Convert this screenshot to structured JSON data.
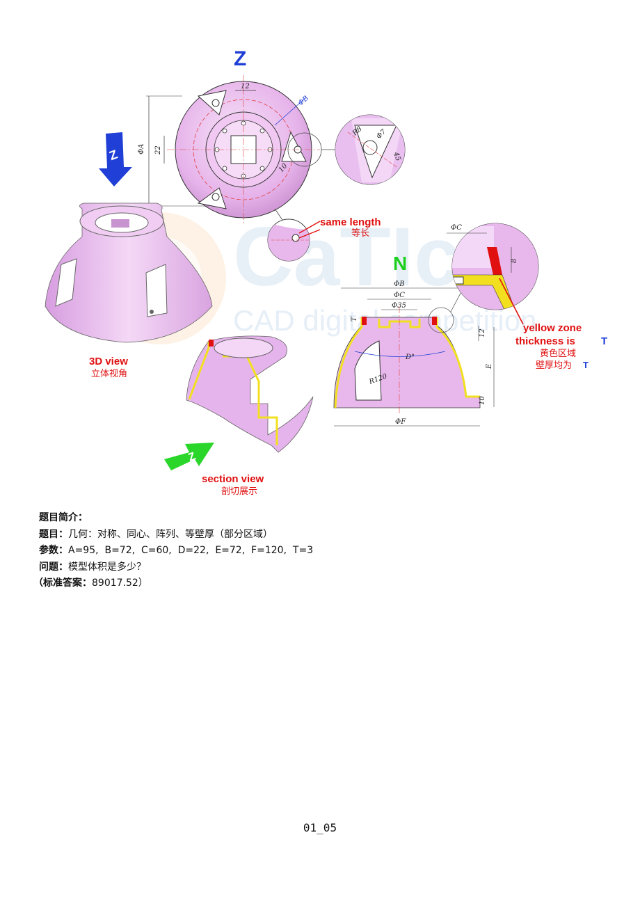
{
  "figure": {
    "watermark": {
      "logo_text": "CaTIcs",
      "subtitle": "CAD digital competition"
    },
    "view_labels": {
      "top_view": "Z",
      "front_view": "N",
      "arrow_top": "Z",
      "arrow_section": "Z"
    },
    "callouts": {
      "same_length_en": "same length",
      "same_length_cn": "等长",
      "yellow_zone_en_line1": "yellow zone",
      "yellow_zone_en_line2": "thickness is",
      "yellow_zone_en_T": "T",
      "yellow_zone_cn_line1": "黄色区域",
      "yellow_zone_cn_line2": "壁厚均为",
      "yellow_zone_cn_T": "T",
      "view_3d_en": "3D view",
      "view_3d_cn": "立体视角",
      "section_en": "section view",
      "section_cn": "剖切展示"
    },
    "dimensions": {
      "top_12": "12",
      "top_phiB": "ΦB",
      "top_phiA": "ΦA",
      "top_22": "22",
      "top_10": "10",
      "detail_R8": "R8",
      "detail_phi7": "Φ7",
      "detail_45": "45",
      "front_phiB": "ΦB",
      "front_phiC": "ΦC",
      "front_phi35": "Φ35",
      "front_T": "T",
      "front_12": "12",
      "front_E": "E",
      "front_D": "D°",
      "front_R120": "R120",
      "front_10": "10",
      "front_phiF": "ΦF",
      "detail2_phiC": "ΦC",
      "detail2_8": "8"
    },
    "colors": {
      "part": "#e8b8ec",
      "yellow": "#f2e020",
      "red": "#e01010",
      "blue": "#1f3fd6",
      "green": "#1fcf1f"
    }
  },
  "problem": {
    "intro_label": "题目简介：",
    "topic_label": "题目：",
    "topic_value": "几何：对称、同心、阵列、等壁厚（部分区域）",
    "params_label": "参数：",
    "params_value": "A=95,  B=72,  C=60,  D=22,  E=72,  F=120,  T=3",
    "question_label": "问题：",
    "question_value": "模型体积是多少？",
    "answer_prefix": "（",
    "answer_label": "标准答案：",
    "answer_value": "89017.52）"
  },
  "footer": {
    "page_number": "01_05"
  }
}
